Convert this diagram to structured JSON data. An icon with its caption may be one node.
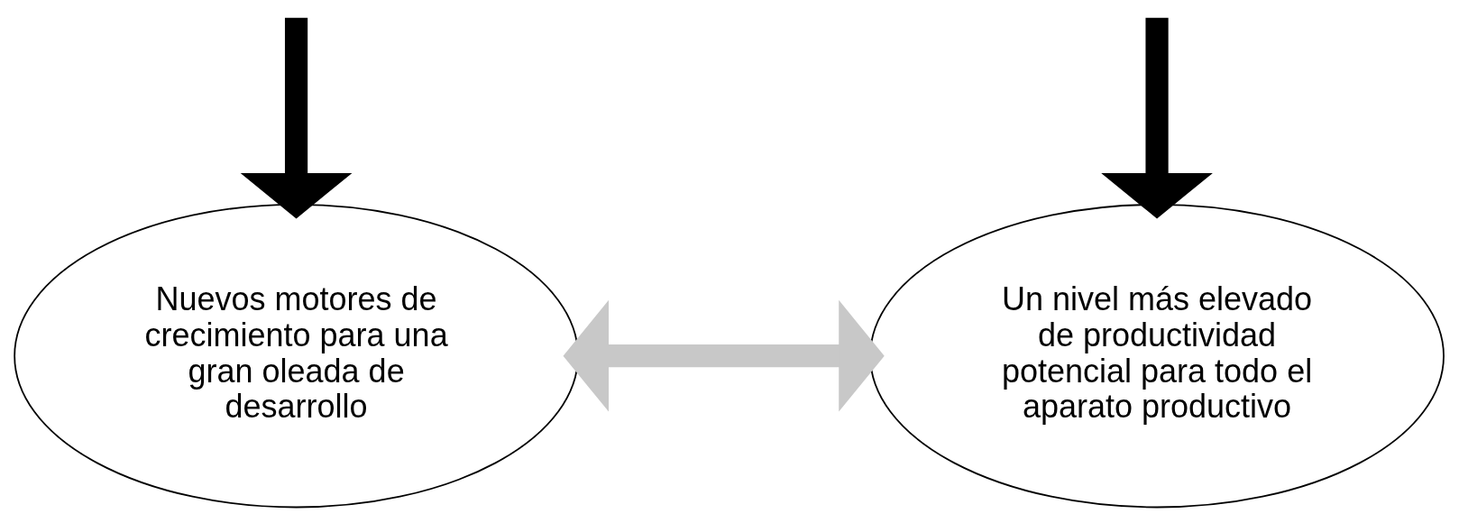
{
  "diagram": {
    "nodes": [
      {
        "text": [
          "Nuevos motores de crecimiento para una gran oleada de desarrollo"
        ]
      },
      {
        "text": [
          "Un nivel más elevado de productividad potencial para todo el aparato productivo"
        ]
      }
    ],
    "edges": [
      {
        "from": null,
        "to": 0,
        "arrow": "to"
      },
      {
        "from": null,
        "to": 1,
        "arrow": "to"
      },
      {
        "from": 0,
        "to": 1,
        "arrow": "both",
        "color": "#c8c8c8"
      }
    ]
  }
}
